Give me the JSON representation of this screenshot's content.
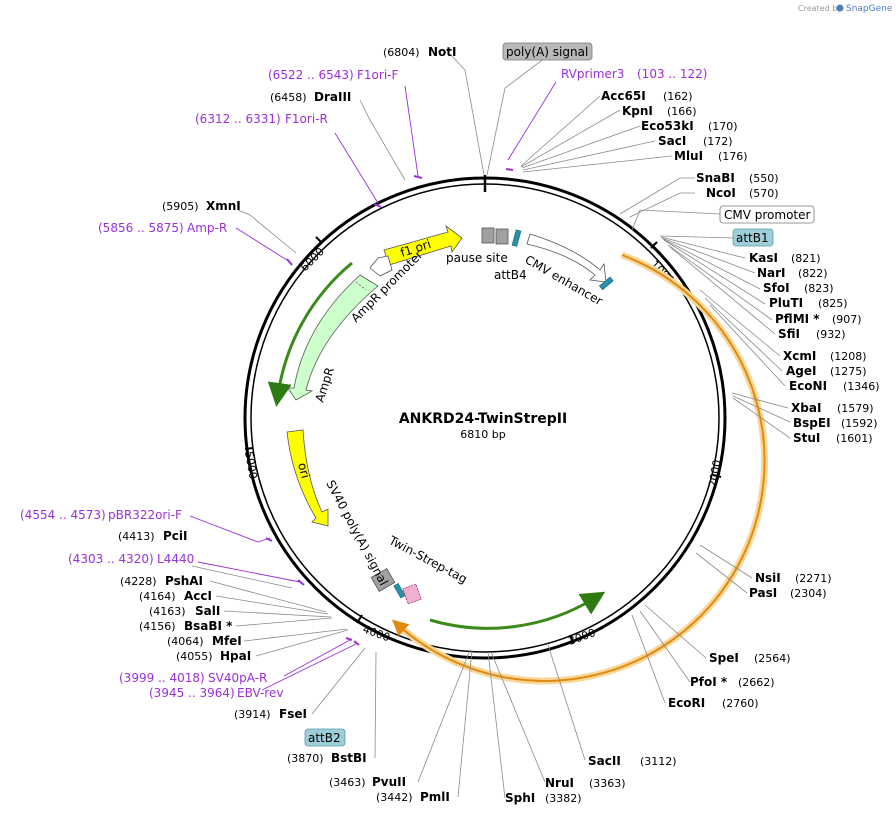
{
  "credit": {
    "created": "Created by",
    "brand": "SnapGene"
  },
  "plasmid": {
    "name": "ANKRD24-TwinStrepII",
    "size": "6810 bp"
  },
  "ring_ticks": [
    "1000",
    "2000",
    "3000",
    "4000",
    "5000",
    "6000"
  ],
  "boxed_features": {
    "polya": "poly(A) signal",
    "cmv_promoter": "CMV promoter",
    "attb1": "attB1",
    "attb2": "attB2"
  },
  "inner_labels": {
    "f1ori": "f1 ori",
    "pause": "pause site",
    "attb4": "attB4",
    "cmv_enh": "CMV enhancer",
    "ampr_prom": "AmpR promoter",
    "ampr": "AmpR",
    "ori": "ori",
    "sv40": "SV40 poly(A) signal",
    "twin": "Twin-Strep-tag"
  },
  "enzymes": [
    {
      "name": "NotI",
      "pos": "(6804)"
    },
    {
      "name": "DraIII",
      "pos": "(6458)"
    },
    {
      "name": "XmnI",
      "pos": "(5905)"
    },
    {
      "name": "Acc65I",
      "pos": "(162)"
    },
    {
      "name": "KpnI",
      "pos": "(166)"
    },
    {
      "name": "Eco53kI",
      "pos": "(170)"
    },
    {
      "name": "SacI",
      "pos": "(172)"
    },
    {
      "name": "MluI",
      "pos": "(176)"
    },
    {
      "name": "SnaBI",
      "pos": "(550)"
    },
    {
      "name": "NcoI",
      "pos": "(570)"
    },
    {
      "name": "KasI",
      "pos": "(821)"
    },
    {
      "name": "NarI",
      "pos": "(822)"
    },
    {
      "name": "SfoI",
      "pos": "(823)"
    },
    {
      "name": "PluTI",
      "pos": "(825)"
    },
    {
      "name": "PflMI *",
      "pos": "(907)"
    },
    {
      "name": "SfiI",
      "pos": "(932)"
    },
    {
      "name": "XcmI",
      "pos": "(1208)"
    },
    {
      "name": "AgeI",
      "pos": "(1275)"
    },
    {
      "name": "EcoNI",
      "pos": "(1346)"
    },
    {
      "name": "XbaI",
      "pos": "(1579)"
    },
    {
      "name": "BspEI",
      "pos": "(1592)"
    },
    {
      "name": "StuI",
      "pos": "(1601)"
    },
    {
      "name": "NsiI",
      "pos": "(2271)"
    },
    {
      "name": "PasI",
      "pos": "(2304)"
    },
    {
      "name": "SpeI",
      "pos": "(2564)"
    },
    {
      "name": "PfoI *",
      "pos": "(2662)"
    },
    {
      "name": "EcoRI",
      "pos": "(2760)"
    },
    {
      "name": "SacII",
      "pos": "(3112)"
    },
    {
      "name": "NruI",
      "pos": "(3363)"
    },
    {
      "name": "SphI",
      "pos": "(3382)"
    },
    {
      "name": "PvuII",
      "pos": "(3463)"
    },
    {
      "name": "PmlI",
      "pos": "(3442)"
    },
    {
      "name": "BstBI",
      "pos": "(3870)"
    },
    {
      "name": "FseI",
      "pos": "(3914)"
    },
    {
      "name": "HpaI",
      "pos": "(4055)"
    },
    {
      "name": "MfeI",
      "pos": "(4064)"
    },
    {
      "name": "BsaBI *",
      "pos": "(4156)"
    },
    {
      "name": "SalI",
      "pos": "(4163)"
    },
    {
      "name": "AccI",
      "pos": "(4164)"
    },
    {
      "name": "PshAI",
      "pos": "(4228)"
    },
    {
      "name": "PciI",
      "pos": "(4413)"
    }
  ],
  "primers": [
    {
      "range": "(6522 .. 6543)",
      "name": "F1ori-F"
    },
    {
      "range": "(6312 .. 6331)",
      "name": "F1ori-R"
    },
    {
      "range": "(5856 .. 5875)",
      "name": "Amp-R"
    },
    {
      "range": "(4554 .. 4573)",
      "name": "pBR322ori-F"
    },
    {
      "range": "(4303 .. 4320)",
      "name": "L4440"
    },
    {
      "range": "(3999 .. 4018)",
      "name": "SV40pA-R"
    },
    {
      "range": "(3945 .. 3964)",
      "name": "EBV-rev"
    },
    {
      "range": "(103 .. 122)",
      "name": "RVprimer3"
    }
  ],
  "colors": {
    "backbone": "#000000",
    "orf": "#f0a030",
    "orf_glow": "#f8d79a",
    "green_arrow": "#3b8a1a",
    "f1ori": "#ffff00",
    "ampr": "#ccffcc",
    "box_gray": "#b8b8b8",
    "box_blue": "#9ecfd8",
    "primer": "#9b30d9",
    "teal": "#2a8fa8"
  }
}
